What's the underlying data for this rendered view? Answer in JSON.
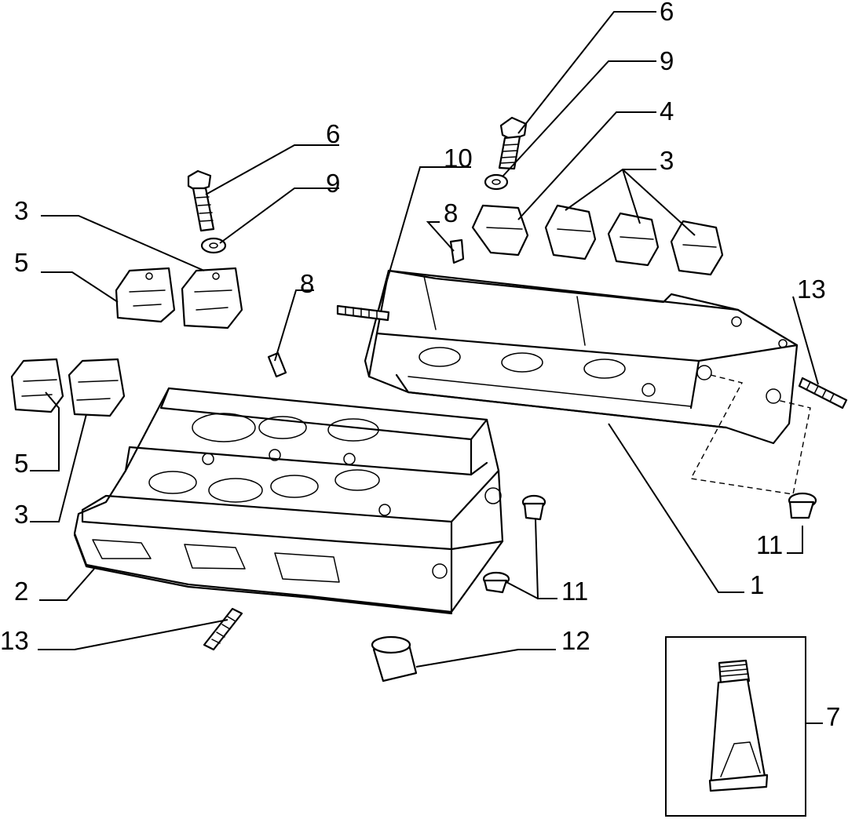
{
  "callouts": [
    {
      "id": "c6a",
      "label": "6"
    },
    {
      "id": "c9a",
      "label": "9"
    },
    {
      "id": "c4",
      "label": "4"
    },
    {
      "id": "c10",
      "label": "10"
    },
    {
      "id": "c3a",
      "label": "3"
    },
    {
      "id": "c8a",
      "label": "8"
    },
    {
      "id": "c6b",
      "label": "6"
    },
    {
      "id": "c9b",
      "label": "9"
    },
    {
      "id": "c3b",
      "label": "3"
    },
    {
      "id": "c5a",
      "label": "5"
    },
    {
      "id": "c8b",
      "label": "8"
    },
    {
      "id": "c13a",
      "label": "13"
    },
    {
      "id": "c5b",
      "label": "5"
    },
    {
      "id": "c3c",
      "label": "3"
    },
    {
      "id": "c11a",
      "label": "11"
    },
    {
      "id": "c2",
      "label": "2"
    },
    {
      "id": "c11b",
      "label": "11"
    },
    {
      "id": "c1",
      "label": "1"
    },
    {
      "id": "c13b",
      "label": "13"
    },
    {
      "id": "c12",
      "label": "12"
    },
    {
      "id": "c7",
      "label": "7"
    }
  ]
}
